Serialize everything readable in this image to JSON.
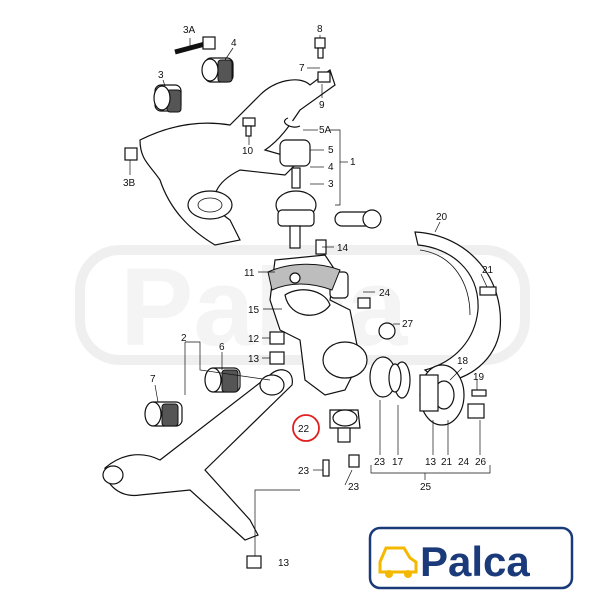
{
  "labels": {
    "l3A": "3A",
    "l8": "8",
    "l4a": "4",
    "l3a": "3",
    "l7a": "7",
    "l9": "9",
    "l5A": "5A",
    "l5": "5",
    "l4b": "4",
    "l3b": "3",
    "l1": "1",
    "l10": "10",
    "l3B": "3B",
    "l14": "14",
    "l20": "20",
    "l11": "11",
    "l21a": "21",
    "l24": "24",
    "l15": "15",
    "l27": "27",
    "l12": "12",
    "l2": "2",
    "l6": "6",
    "l13a": "13",
    "l18": "18",
    "l7b": "7",
    "l19": "19",
    "l22": "22",
    "l23a": "23",
    "l23b": "23",
    "b23": "23",
    "b17": "17",
    "b13": "13",
    "b21": "21",
    "b24": "24",
    "b26": "26",
    "l25": "25",
    "l13b": "13"
  },
  "brand": {
    "name": "Palca",
    "color": "#1a3a7a",
    "accent": "#f5b800",
    "highlight": "#e02020"
  },
  "watermark": {
    "text": "Palca"
  }
}
